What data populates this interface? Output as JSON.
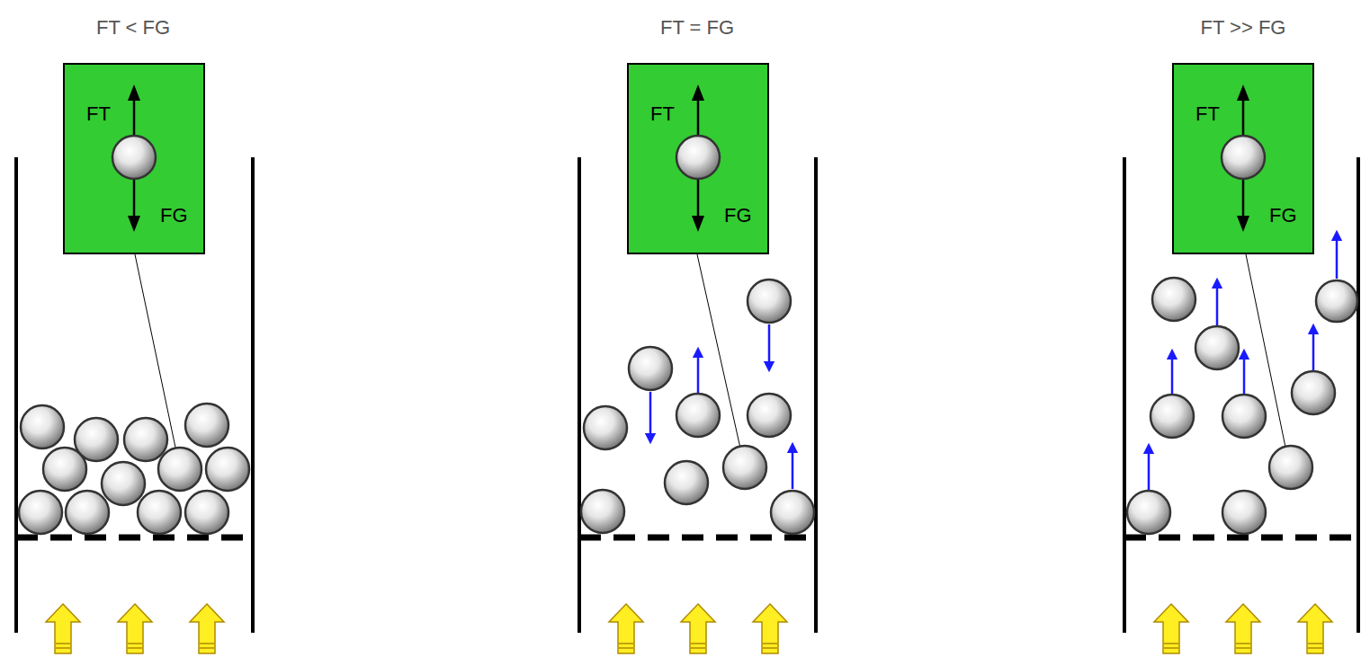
{
  "diagram": {
    "nodes": [
      {
        "text": [
          "FT",
          "FG"
        ]
      },
      {
        "text": [
          "FT",
          "FG"
        ]
      },
      {
        "text": [
          "FT",
          "FG"
        ]
      }
    ],
    "labels": [
      "FT < FG",
      "FT = FG",
      "FT >> FG"
    ]
  }
}
